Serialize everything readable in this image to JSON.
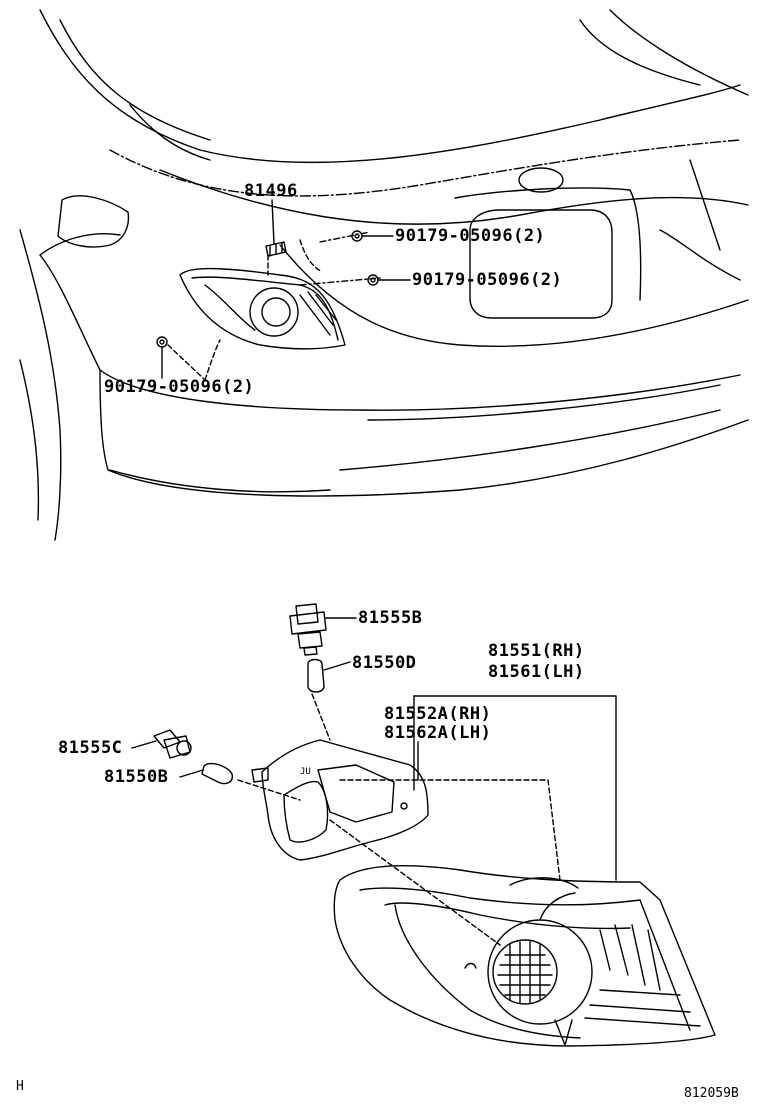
{
  "diagram": {
    "upper_callouts": {
      "retainer_81496": "81496",
      "nut_upper_1": "90179-05096(2)",
      "nut_upper_2": "90179-05096(2)",
      "nut_lower_left": "90179-05096(2)"
    },
    "lower_callouts": {
      "socket_81555B": "81555B",
      "bulb_81550D": "81550D",
      "lamp_assy_rh": "81551(RH)",
      "lamp_assy_lh": "81561(LH)",
      "gasket_rh": "81552A(RH)",
      "gasket_lh": "81562A(LH)",
      "socket_81555C": "81555C",
      "bulb_81550B": "81550B"
    },
    "corner_mark": "H",
    "figure_number": "812059B"
  }
}
